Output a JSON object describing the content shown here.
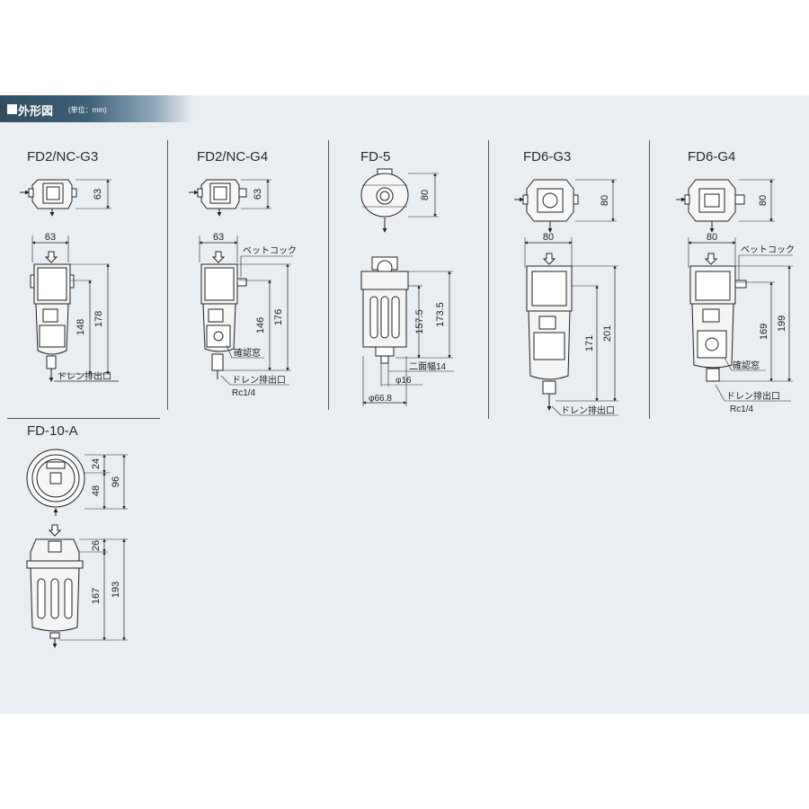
{
  "header": {
    "title": "外形図",
    "unit": "(単位：mm)"
  },
  "models": [
    {
      "name": "FD2/NC-G3",
      "top_height": "63",
      "width": "63",
      "h1": "148",
      "h2": "178",
      "drain_label": "ドレン排出口"
    },
    {
      "name": "FD2/NC-G4",
      "top_height": "63",
      "width": "63",
      "h1": "146",
      "h2": "176",
      "cock_label": "ベットコック",
      "window_label": "確認窓",
      "drain_label": "ドレン排出口",
      "port_label": "Rc1/4"
    },
    {
      "name": "FD-5",
      "top_height": "80",
      "h1": "157.5",
      "h2": "173.5",
      "flat_label": "二面幅14",
      "phi_small": "φ16",
      "phi_big": "φ66.8"
    },
    {
      "name": "FD6-G3",
      "top_height": "80",
      "width": "80",
      "h1": "171",
      "h2": "201",
      "drain_label": "ドレン排出口"
    },
    {
      "name": "FD6-G4",
      "top_height": "80",
      "width": "80",
      "h1": "169",
      "h2": "199",
      "cock_label": "ベットコック",
      "window_label": "確認窓",
      "drain_label": "ドレン排出口",
      "port_label": "Rc1/4"
    },
    {
      "name": "FD-10-A",
      "d1": "24",
      "d2": "48",
      "d3": "96",
      "h0": "26",
      "h1": "167",
      "h2": "193"
    }
  ]
}
